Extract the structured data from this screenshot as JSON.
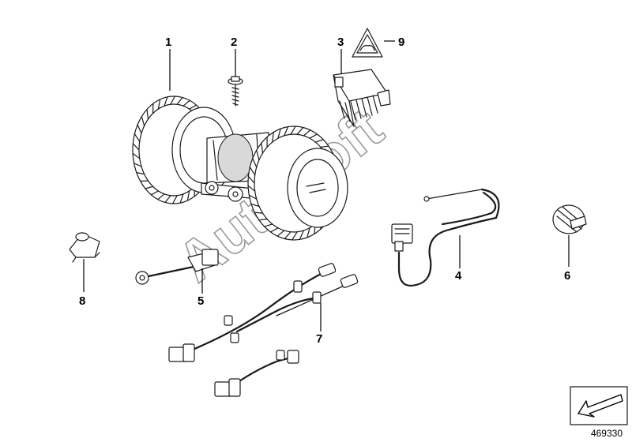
{
  "callouts": {
    "c1": "1",
    "c2": "2",
    "c3": "3",
    "c4": "4",
    "c5": "5",
    "c6": "6",
    "c7": "7",
    "c8": "8",
    "c9": "9"
  },
  "watermark": "AutoSoft",
  "reference_number": "469330",
  "icons": {
    "warning": "warning-triangle-icon",
    "navigation": "arrow-icon"
  }
}
